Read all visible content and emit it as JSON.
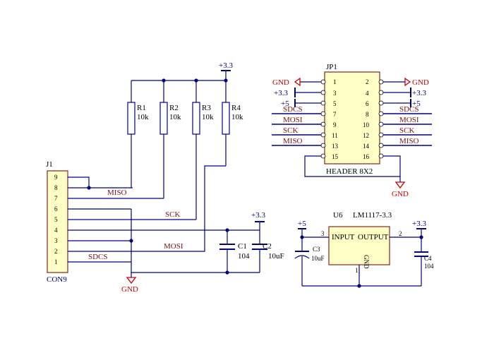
{
  "j1": {
    "designator": "J1",
    "value": "CON9",
    "pins": [
      "9",
      "8",
      "7",
      "6",
      "5",
      "4",
      "3",
      "2",
      "1"
    ]
  },
  "nets": {
    "miso": "MISO",
    "sck": "SCK",
    "mosi": "MOSI",
    "sdcs": "SDCS",
    "gnd": "GND",
    "v33": "+3.3",
    "v5": "+5"
  },
  "resistors": [
    {
      "ref": "R1",
      "value": "10k"
    },
    {
      "ref": "R2",
      "value": "10k"
    },
    {
      "ref": "R3",
      "value": "10k"
    },
    {
      "ref": "R4",
      "value": "10k"
    }
  ],
  "caps": {
    "c1": {
      "ref": "C1",
      "value": "104"
    },
    "c2": {
      "ref": "C2",
      "value": "10uF"
    },
    "c3": {
      "ref": "C3",
      "value": "10uF"
    },
    "c4": {
      "ref": "C4",
      "value": "104"
    }
  },
  "jp1": {
    "designator": "JP1",
    "value": "HEADER 8X2",
    "left_pins": [
      "1",
      "3",
      "5",
      "7",
      "9",
      "11",
      "13",
      "15"
    ],
    "right_pins": [
      "2",
      "4",
      "6",
      "8",
      "10",
      "12",
      "14",
      "16"
    ],
    "left_nets": [
      "GND",
      "+3.3",
      "+5",
      "SDCS",
      "MOSI",
      "SCK",
      "MISO"
    ],
    "right_nets": [
      "GND",
      "+3.3",
      "+5",
      "SDCS",
      "MOSI",
      "SCK",
      "MISO"
    ]
  },
  "u6": {
    "designator": "U6",
    "part": "LM1117-3.3",
    "in_label": "INPUT",
    "out_label": "OUTPUT",
    "gnd_label": "GND",
    "pin_in": "3",
    "pin_out": "2",
    "pin_gnd": "1"
  }
}
